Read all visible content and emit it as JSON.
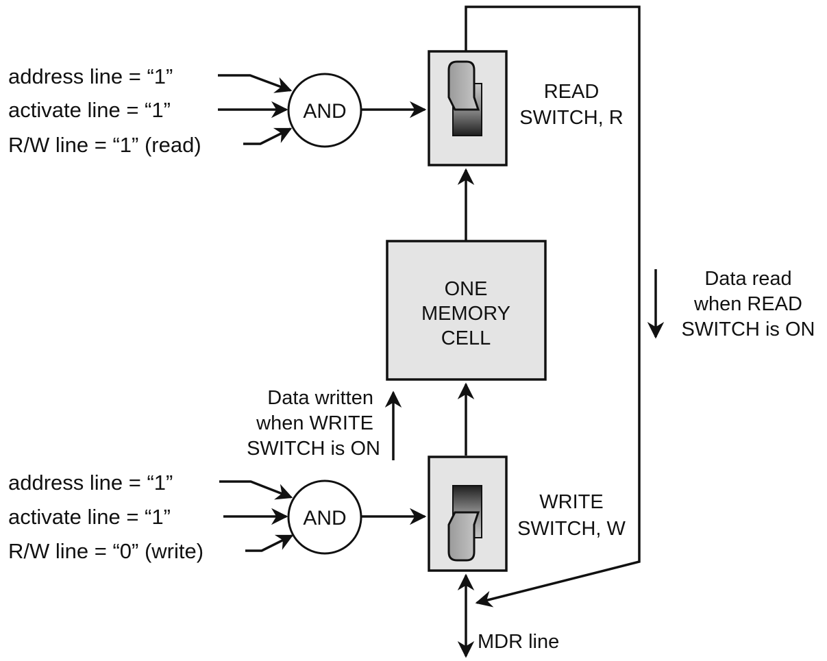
{
  "read_gate": {
    "inputs": [
      "address line = “1”",
      "activate line = “1”",
      "R/W line = “1” (read)"
    ],
    "label": "AND"
  },
  "write_gate": {
    "inputs": [
      "address line = “1”",
      "activate line = “1”",
      "R/W line = “0” (write)"
    ],
    "label": "AND"
  },
  "read_switch": {
    "lines": [
      "READ",
      "SWITCH, R"
    ]
  },
  "write_switch": {
    "lines": [
      "WRITE",
      "SWITCH, W"
    ]
  },
  "memory_cell": {
    "lines": [
      "ONE",
      "MEMORY",
      "CELL"
    ]
  },
  "data_written_note": {
    "lines": [
      "Data written",
      "when WRITE",
      "SWITCH is ON"
    ]
  },
  "data_read_note": {
    "lines": [
      "Data read",
      "when READ",
      "SWITCH is ON"
    ]
  },
  "mdr_label": "MDR line",
  "colors": {
    "stroke": "#111111",
    "box_fill": "#e4e4e4"
  }
}
